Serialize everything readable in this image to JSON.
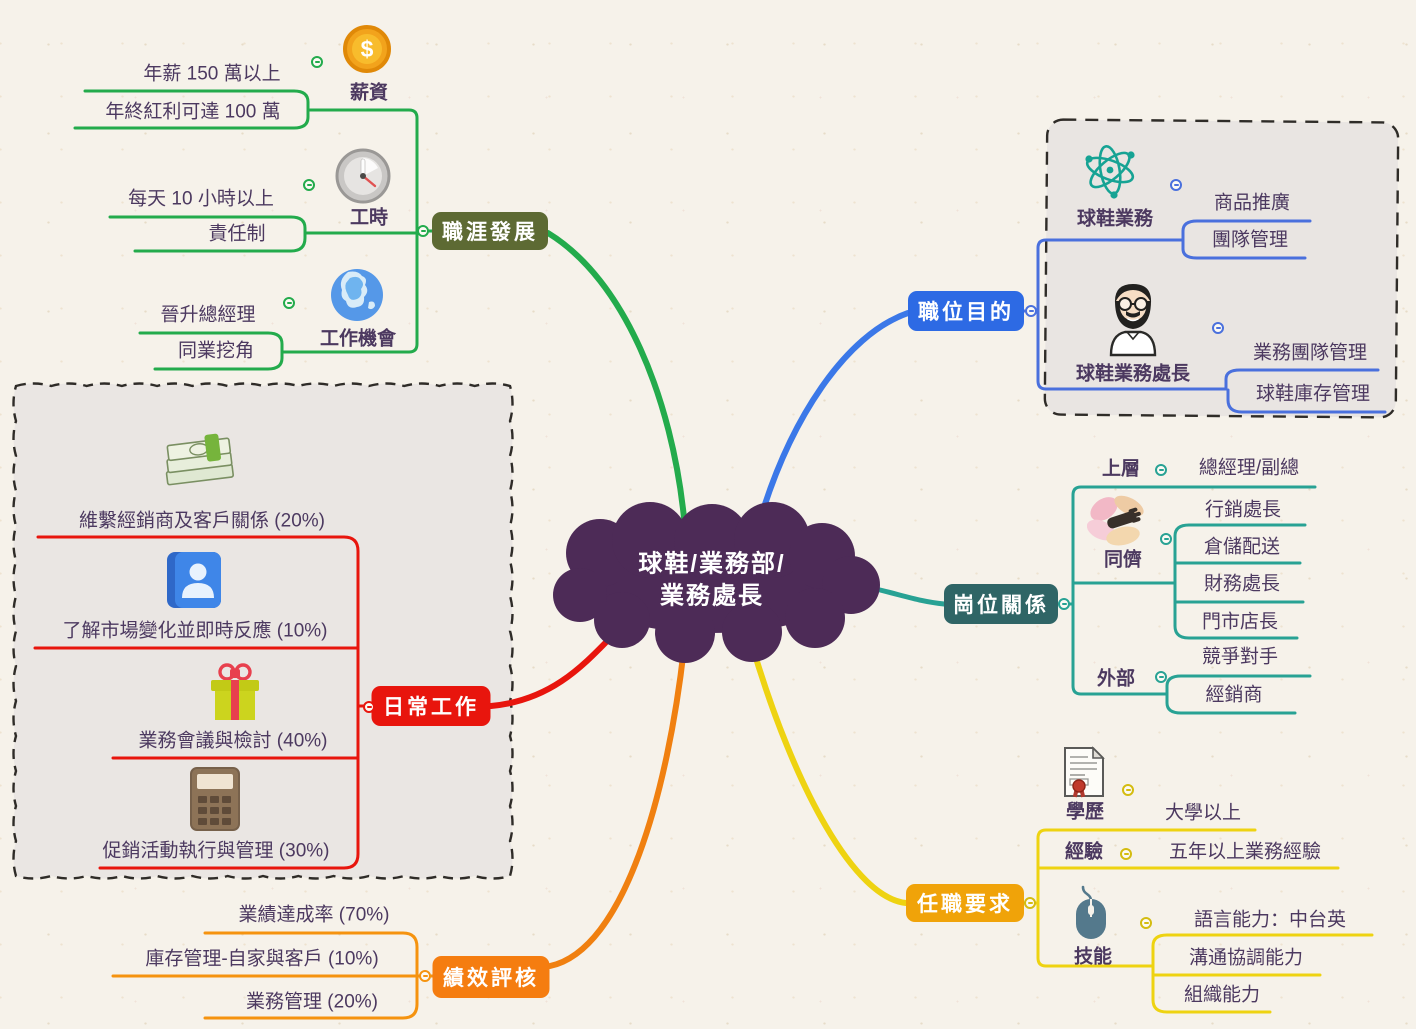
{
  "center": {
    "title_line1": "球鞋/業務部/",
    "title_line2": "業務處長"
  },
  "colors": {
    "background": "#f6f2ea",
    "center_fill": "#4d2b57",
    "career_line": "#23ab4c",
    "career_node": "#5d6a33",
    "purpose_line": "#4a70dd",
    "purpose_curve": "#3b78e8",
    "purpose_node": "#2d6ae4",
    "relations_line": "#28a294",
    "relations_node": "#2f6566",
    "daily_line": "#e8150d",
    "daily_node": "#e8150d",
    "performance_line": "#f5930f",
    "performance_node": "#f57d10",
    "requirements_line": "#eed311",
    "requirements_node": "#f0a309",
    "text": "#4c3960"
  },
  "branches": {
    "career": {
      "label": "職涯發展",
      "children": [
        {
          "label": "薪資",
          "icon": "coin-icon",
          "items": [
            "年薪 150 萬以上",
            "年終紅利可達 100 萬"
          ]
        },
        {
          "label": "工時",
          "icon": "clock-icon",
          "items": [
            "每天 10 小時以上",
            "責任制"
          ]
        },
        {
          "label": "工作機會",
          "icon": "globe-icon",
          "items": [
            "晉升總經理",
            "同業挖角"
          ]
        }
      ]
    },
    "purpose": {
      "label": "職位目的",
      "children": [
        {
          "label": "球鞋業務",
          "icon": "atom-icon",
          "items": [
            "商品推廣",
            "團隊管理"
          ]
        },
        {
          "label": "球鞋業務處長",
          "icon": "person-icon",
          "items": [
            "業務團隊管理",
            "球鞋庫存管理"
          ]
        }
      ]
    },
    "relations": {
      "label": "崗位關係",
      "children": [
        {
          "label": "上層",
          "items": [
            "總經理/副總"
          ]
        },
        {
          "label": "同儕",
          "icon": "hands-icon",
          "items": [
            "行銷處長",
            "倉儲配送",
            "財務處長",
            "門市店長"
          ]
        },
        {
          "label": "外部",
          "items": [
            "競爭對手",
            "經銷商"
          ]
        }
      ]
    },
    "daily": {
      "label": "日常工作",
      "children": [
        {
          "label": "維繫經銷商及客戶關係 (20%)",
          "icon": "money-icon"
        },
        {
          "label": "了解市場變化並即時反應 (10%)",
          "icon": "contact-icon"
        },
        {
          "label": "業務會議與檢討 (40%)",
          "icon": "gift-icon"
        },
        {
          "label": "促銷活動執行與管理 (30%)",
          "icon": "calculator-icon"
        }
      ]
    },
    "performance": {
      "label": "績效評核",
      "children": [
        {
          "label": "業績達成率 (70%)"
        },
        {
          "label": "庫存管理-自家與客戶 (10%)"
        },
        {
          "label": "業務管理 (20%)"
        }
      ]
    },
    "requirements": {
      "label": "任職要求",
      "children": [
        {
          "label": "學歷",
          "icon": "diploma-icon",
          "items": [
            "大學以上"
          ]
        },
        {
          "label": "經驗",
          "items": [
            "五年以上業務經驗"
          ]
        },
        {
          "label": "技能",
          "icon": "mouse-icon",
          "items": [
            "語言能力：中台英",
            "溝通協調能力",
            "組織能力"
          ]
        }
      ]
    }
  }
}
